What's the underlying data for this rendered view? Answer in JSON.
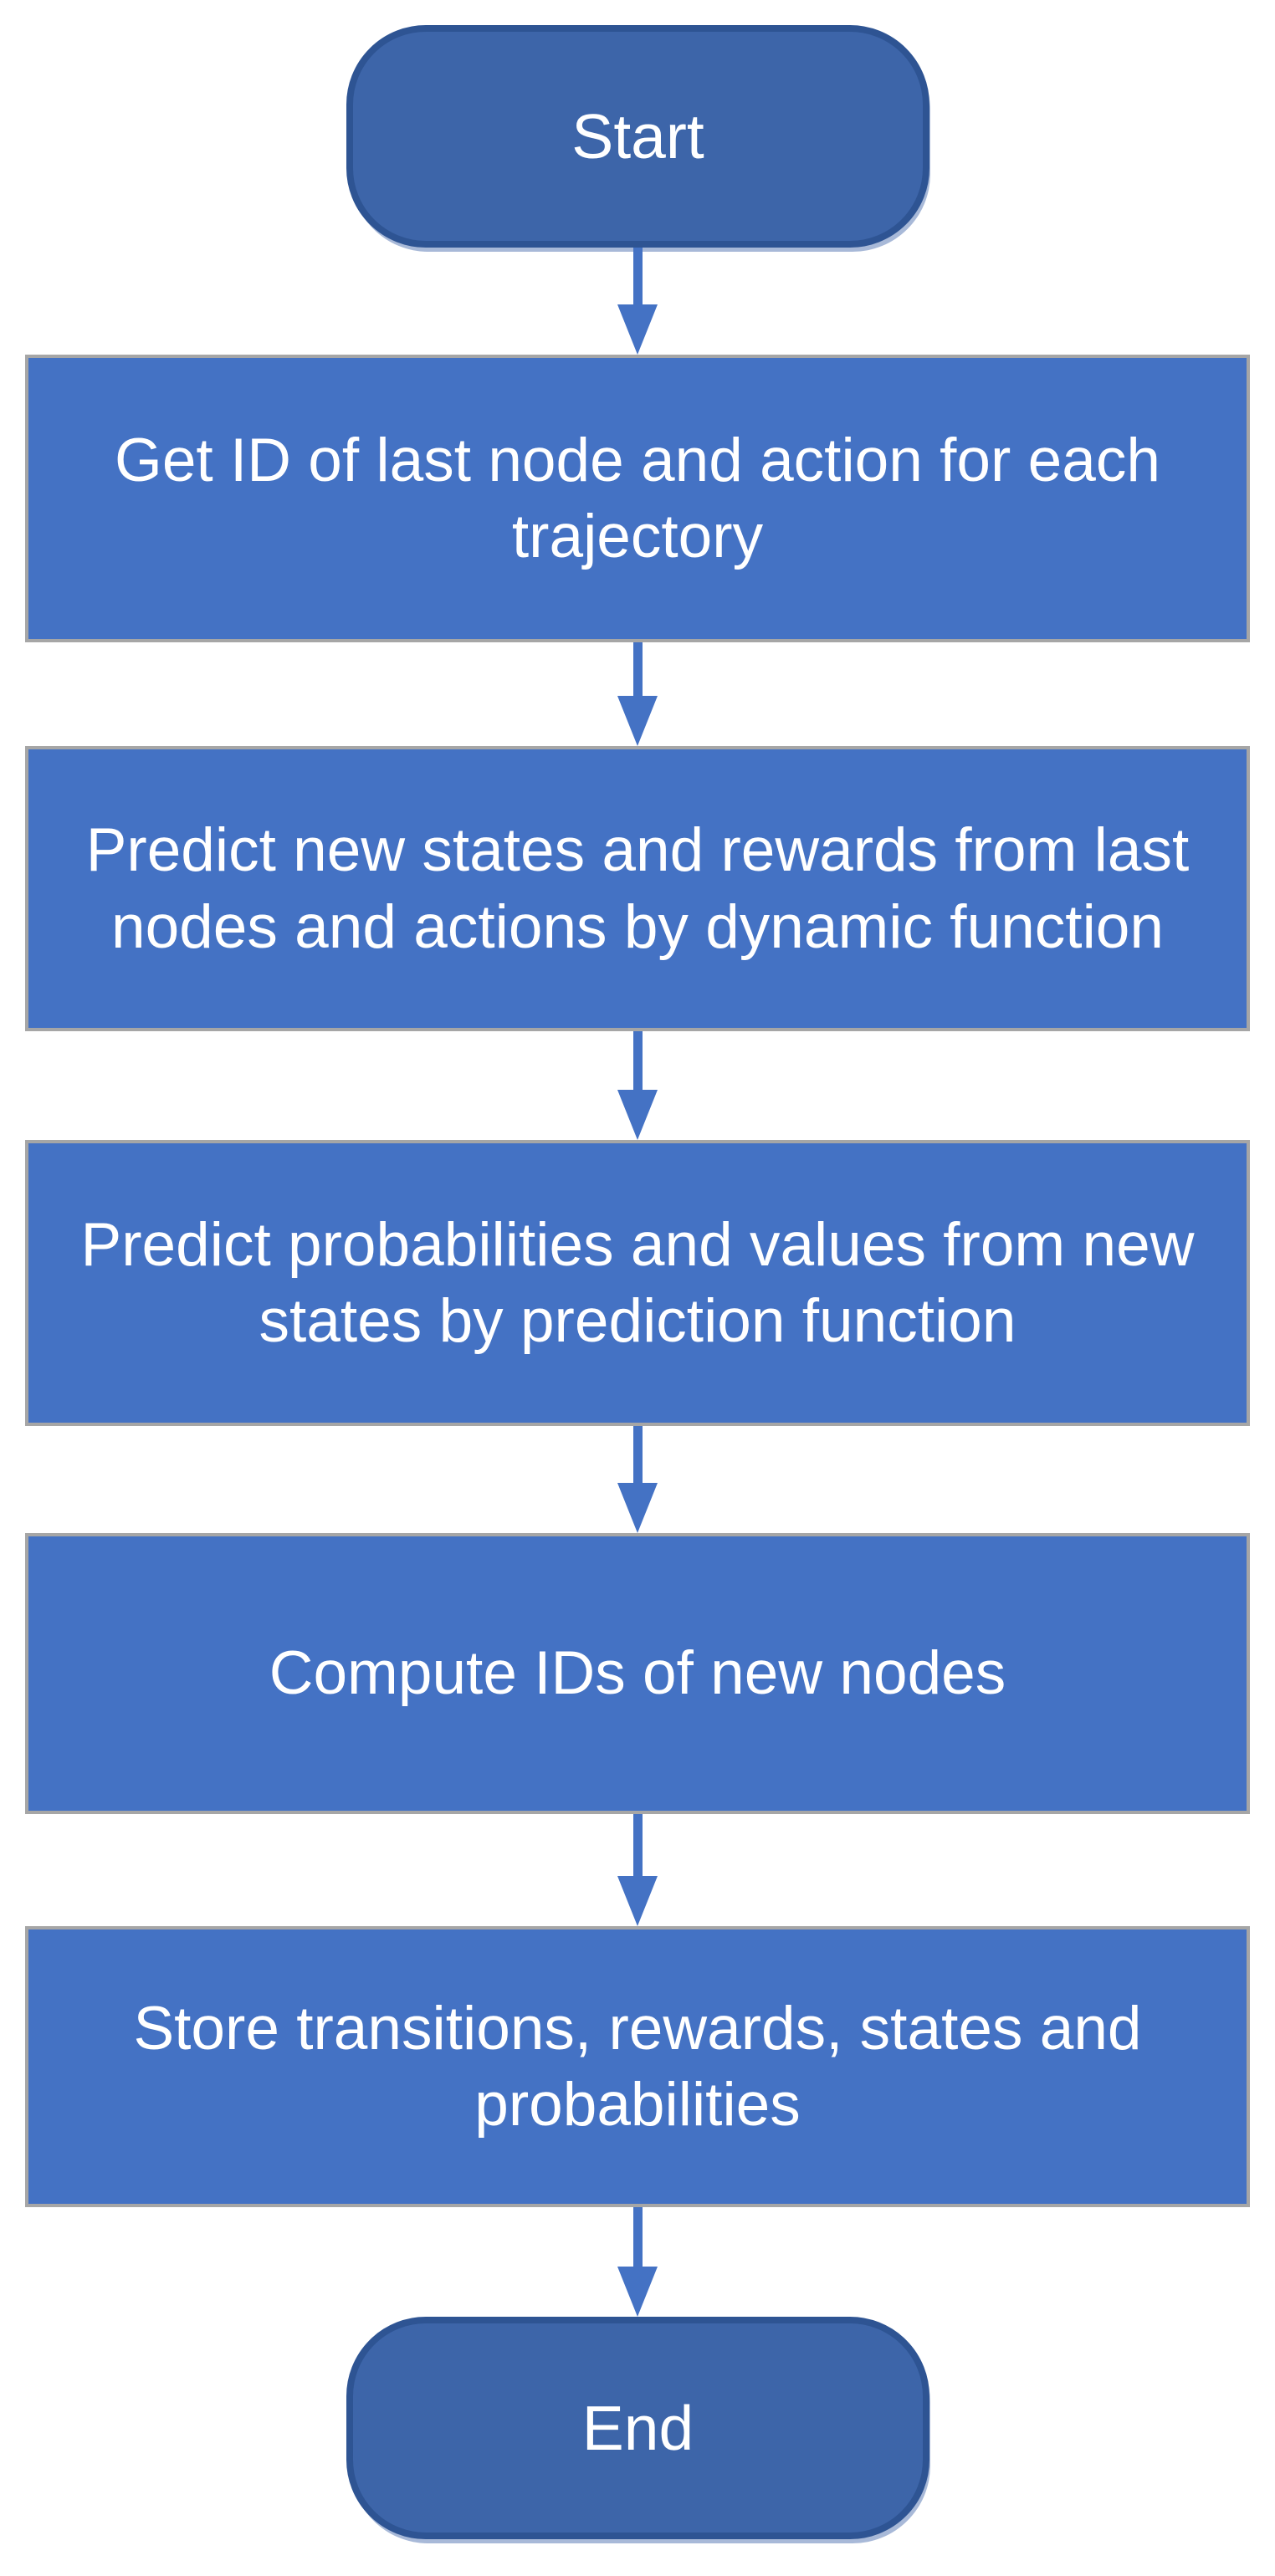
{
  "flowchart": {
    "colors": {
      "process_fill": "#4472C4",
      "process_border": "#A6A6A6",
      "terminal_fill": "#3D65A9",
      "terminal_border": "#2E5493",
      "arrow": "#4472C4",
      "text": "#FFFFFF",
      "background": "#FFFFFF"
    },
    "nodes": [
      {
        "id": "start",
        "type": "terminal",
        "shape": "rounded-rectangle",
        "label": "Start",
        "lines": [
          "Start"
        ]
      },
      {
        "id": "step-1",
        "type": "process",
        "shape": "rectangle",
        "label": "Get ID of last node and action for each trajectory",
        "lines": [
          "Get ID of last node and action for each",
          "trajectory"
        ]
      },
      {
        "id": "step-2",
        "type": "process",
        "shape": "rectangle",
        "label": "Predict new states and rewards from last nodes and actions by dynamic function",
        "lines": [
          "Predict new states and rewards from last",
          "nodes and actions by dynamic function"
        ]
      },
      {
        "id": "step-3",
        "type": "process",
        "shape": "rectangle",
        "label": "Predict probabilities and values from new states by prediction function",
        "lines": [
          "Predict probabilities and values from new",
          "states by prediction function"
        ]
      },
      {
        "id": "step-4",
        "type": "process",
        "shape": "rectangle",
        "label": "Compute IDs of new nodes",
        "lines": [
          "Compute IDs of new nodes"
        ]
      },
      {
        "id": "step-5",
        "type": "process",
        "shape": "rectangle",
        "label": "Store transitions, rewards, states and probabilities",
        "lines": [
          "Store transitions, rewards, states and",
          "probabilities"
        ]
      },
      {
        "id": "end",
        "type": "terminal",
        "shape": "rounded-rectangle",
        "label": "End",
        "lines": [
          "End"
        ]
      }
    ],
    "connectors": [
      {
        "from": "start",
        "to": "step-1",
        "direction": "down"
      },
      {
        "from": "step-1",
        "to": "step-2",
        "direction": "down"
      },
      {
        "from": "step-2",
        "to": "step-3",
        "direction": "down"
      },
      {
        "from": "step-3",
        "to": "step-4",
        "direction": "down"
      },
      {
        "from": "step-4",
        "to": "step-5",
        "direction": "down"
      },
      {
        "from": "step-5",
        "to": "end",
        "direction": "down"
      }
    ]
  }
}
